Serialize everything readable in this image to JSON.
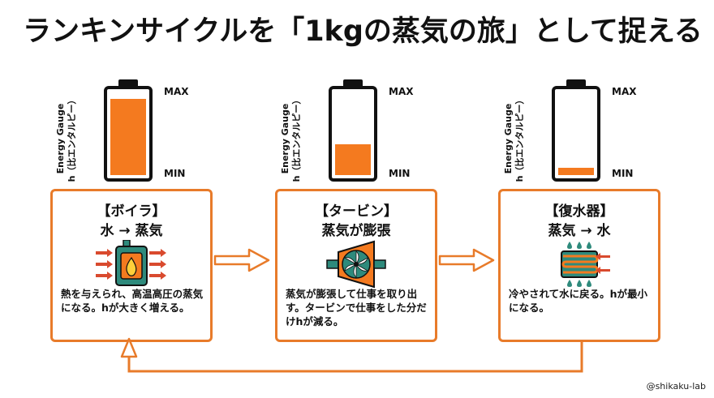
{
  "title": "ランキンサイクルを「1kgの蒸気の旅」として捉える",
  "gauge": {
    "label_line1": "Energy Gauge",
    "label_line2": "h（比エンタルピー）",
    "max": "MAX",
    "min": "MIN"
  },
  "stages": [
    {
      "title": "【ボイラ】",
      "subtitle": "水 → 蒸気",
      "description": "熱を与えられ、高温高圧の蒸気になる。hが大きく増える。",
      "level": 1.0
    },
    {
      "title": "【タービン】",
      "subtitle": "蒸気が膨張",
      "description": "蒸気が膨張して仕事を取り出す。タービンで仕事をした分だけhが減る。",
      "level": 0.4
    },
    {
      "title": "【復水器】",
      "subtitle": "蒸気 → 水",
      "description": "冷やされて水に戻る。hが最小になる。",
      "level": 0.1
    }
  ],
  "credit": "@shikaku-lab",
  "colors": {
    "accent": "#e87b2a",
    "fill": "#f47a1f",
    "teal": "#2e8a7c"
  }
}
